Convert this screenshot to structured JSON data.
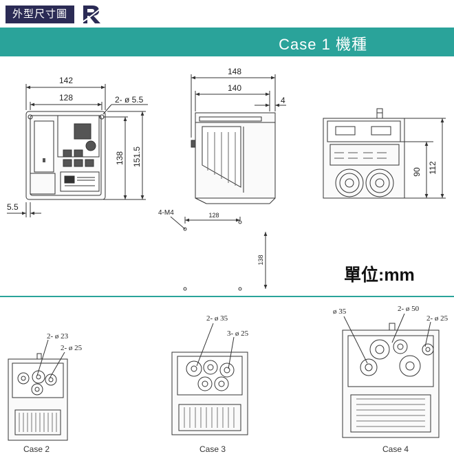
{
  "header": {
    "title": "外型尺寸圖",
    "logo_icon": "stylized-R-logo"
  },
  "banner": {
    "text": "Case 1  機種",
    "color": "#2aa39a"
  },
  "front_view": {
    "dims": {
      "outer_width": "142",
      "inner_width": "128",
      "hole": "2- ø 5.5",
      "inner_height": "138",
      "outer_height": "151.5",
      "edge": "5.5"
    }
  },
  "side_view": {
    "dims": {
      "depth": "148",
      "body": "140",
      "offset": "4"
    }
  },
  "rear_view": {
    "dims": {
      "h1": "90",
      "h2": "112"
    }
  },
  "mount_pattern": {
    "label": "4-M4",
    "width": "128",
    "height": "138"
  },
  "unit_label": "單位:mm",
  "cases": [
    {
      "label": "Case 2",
      "callout_a": "2- ø 23",
      "callout_b": "2- ø 25"
    },
    {
      "label": "Case 3",
      "callout_a": "2- ø 35",
      "callout_b": "3- ø 25"
    },
    {
      "label": "Case 4",
      "callout_a": "ø 35",
      "callout_b": "2- ø 50",
      "callout_c": "2- ø 25"
    }
  ]
}
